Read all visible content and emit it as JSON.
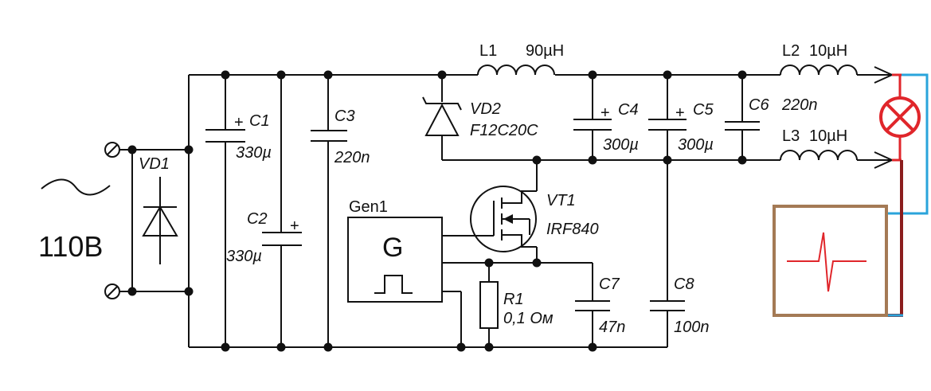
{
  "source": {
    "label": "110B"
  },
  "components": {
    "VD1": {
      "name": "VD1"
    },
    "C1": {
      "name": "C1",
      "value": "330µ",
      "plus": "+"
    },
    "C2": {
      "name": "C2",
      "value": "330µ",
      "plus": "+"
    },
    "C3": {
      "name": "C3",
      "value": "220n"
    },
    "VD2": {
      "name": "VD2",
      "part": "F12C20C"
    },
    "L1": {
      "name": "L1",
      "value": "90µH"
    },
    "C4": {
      "name": "C4",
      "value": "300µ",
      "plus": "+"
    },
    "C5": {
      "name": "C5",
      "value": "300µ",
      "plus": "+"
    },
    "C6": {
      "name": "C6",
      "value": "220n"
    },
    "L2": {
      "name": "L2",
      "value": "10µH"
    },
    "L3": {
      "name": "L3",
      "value": "10µH"
    },
    "Gen1": {
      "name": "Gen1",
      "symbol": "G"
    },
    "VT1": {
      "name": "VT1",
      "part": "IRF840"
    },
    "R1": {
      "name": "R1",
      "value": "0,1 Ом"
    },
    "C7": {
      "name": "C7",
      "value": "47n"
    },
    "C8": {
      "name": "C8",
      "value": "100n"
    }
  },
  "colors": {
    "wire": "#111111",
    "lamp": "#e0262b",
    "scope_frame": "#a47a55",
    "scope_trace": "#e0262b",
    "probe_blue": "#2aa4db",
    "probe_dark": "#8b1d1d"
  }
}
